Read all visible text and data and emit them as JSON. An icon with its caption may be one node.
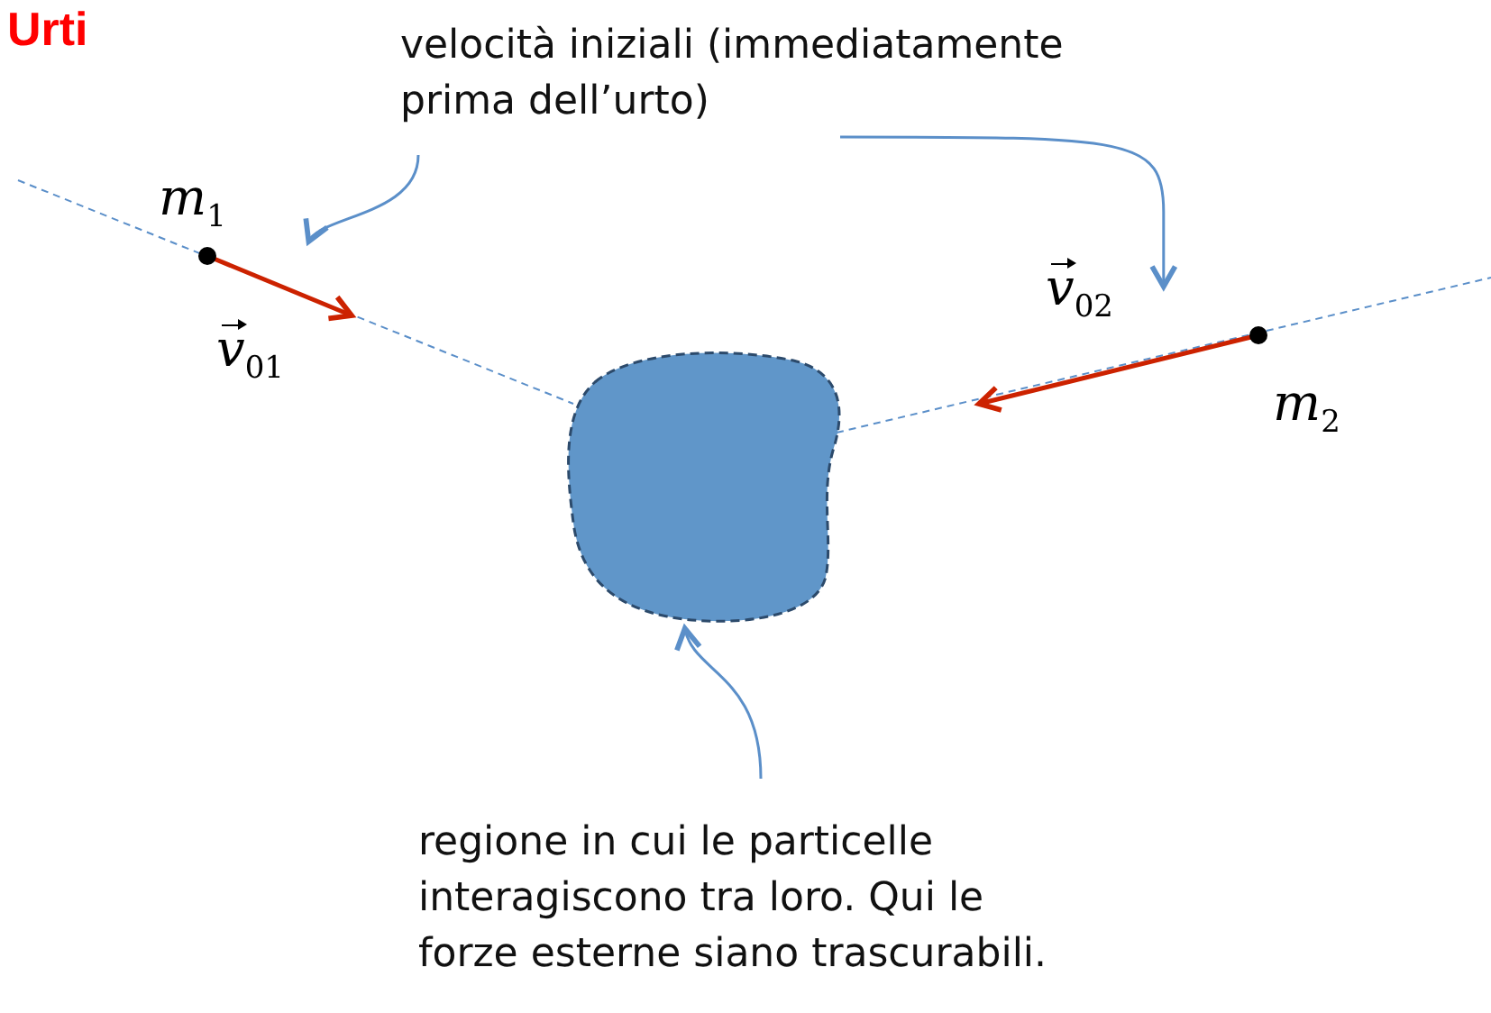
{
  "diagram": {
    "title": "Urti",
    "nodes": [
      {
        "text": [
          "velocità iniziali (immediatamente prima dell’urto)"
        ]
      },
      {
        "text": [],
        "shape": "arrow",
        "beside": [
          "*v*$_{01}$"
        ]
      },
      {
        "text": [],
        "shape": "arrow",
        "beside": [
          "*v*$_{02}$"
        ]
      },
      {
        "text": [],
        "shape": "blob"
      },
      {
        "text": [
          "regione in cui le particelle interagiscono tra loro. Qui le forze esterne siano trascurabili."
        ]
      }
    ],
    "edges": [
      {
        "from": 0,
        "to": 1,
        "arrow": "to"
      },
      {
        "from": 0,
        "to": 2,
        "arrow": "to"
      },
      {
        "from": 4,
        "to": 3,
        "arrow": "to"
      }
    ],
    "labels": [
      "*m*$_{1}$",
      "*m*$_{2}$"
    ]
  }
}
